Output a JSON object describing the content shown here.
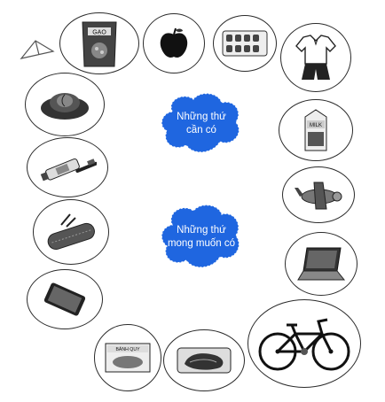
{
  "clouds": {
    "needs": {
      "line1": "Những thứ",
      "line2": "cần có",
      "color": "#1f66e0"
    },
    "wants": {
      "line1": "Những thứ",
      "line2": "mong muốn có",
      "color": "#1f66e0"
    }
  },
  "labels": {
    "rice": "GẠO",
    "milk": "MILK",
    "snack": "BÁNH QUY"
  },
  "items": [
    "rice-bag",
    "apple",
    "pills",
    "clothes",
    "cabbage",
    "milk-carton",
    "toothpaste",
    "toy-plane",
    "pencil-case",
    "laptop",
    "phone",
    "bicycle",
    "biscuit-pack",
    "meat"
  ]
}
